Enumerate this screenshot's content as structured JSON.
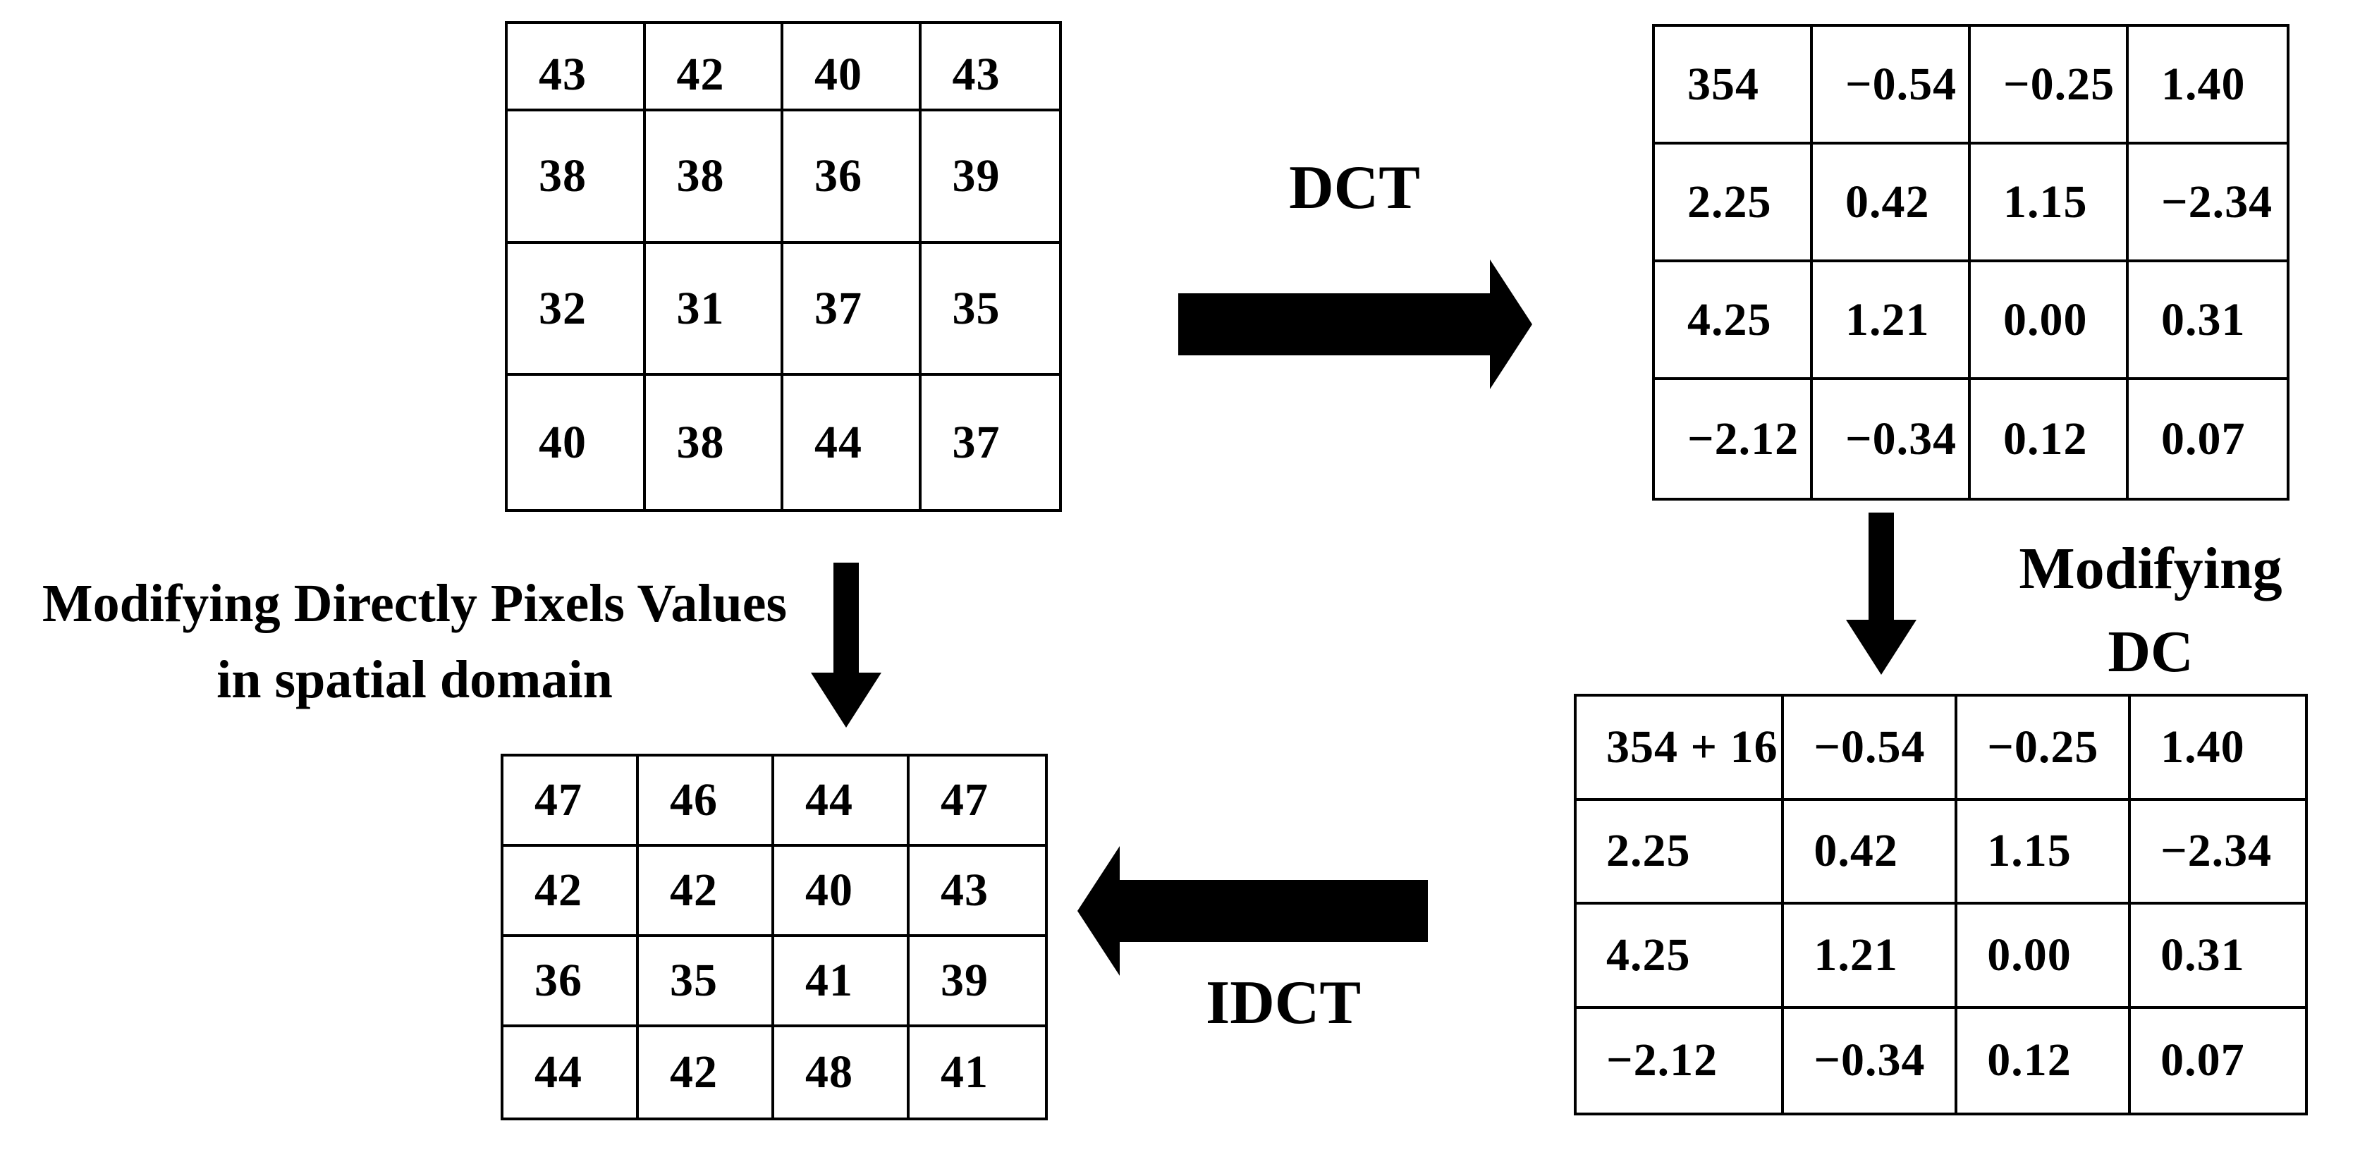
{
  "diagram_title": "DCT DC-coefficient modification vs direct spatial-domain pixel modification",
  "colors": {
    "foreground": "#000000",
    "background": "#ffffff"
  },
  "labels": {
    "dct": "DCT",
    "idct": "IDCT",
    "modifying_dc_line1": "Modifying",
    "modifying_dc_line2": "DC",
    "spatial_line1": "Modifying Directly Pixels Values",
    "spatial_line2": "in spatial domain"
  },
  "matrices": {
    "original": {
      "description": "original pixel block (spatial domain)",
      "rows": [
        [
          "43",
          "42",
          "40",
          "43"
        ],
        [
          "38",
          "38",
          "36",
          "39"
        ],
        [
          "32",
          "31",
          "37",
          "35"
        ],
        [
          "40",
          "38",
          "44",
          "37"
        ]
      ]
    },
    "dct": {
      "description": "DCT coefficient block",
      "rows": [
        [
          "354",
          "−0.54",
          "−0.25",
          "1.40"
        ],
        [
          "2.25",
          "0.42",
          "1.15",
          "−2.34"
        ],
        [
          "4.25",
          "1.21",
          "0.00",
          "0.31"
        ],
        [
          "−2.12",
          "−0.34",
          "0.12",
          "0.07"
        ]
      ]
    },
    "modified_dct": {
      "description": "DCT coefficient block with modified DC coefficient",
      "rows": [
        [
          "354 + 16",
          "−0.54",
          "−0.25",
          "1.40"
        ],
        [
          "2.25",
          "0.42",
          "1.15",
          "−2.34"
        ],
        [
          "4.25",
          "1.21",
          "0.00",
          "0.31"
        ],
        [
          "−2.12",
          "−0.34",
          "0.12",
          "0.07"
        ]
      ]
    },
    "reconstructed": {
      "description": "reconstructed pixel block after IDCT",
      "rows": [
        [
          "47",
          "46",
          "44",
          "47"
        ],
        [
          "42",
          "42",
          "40",
          "43"
        ],
        [
          "36",
          "35",
          "41",
          "39"
        ],
        [
          "44",
          "42",
          "48",
          "41"
        ]
      ]
    }
  }
}
